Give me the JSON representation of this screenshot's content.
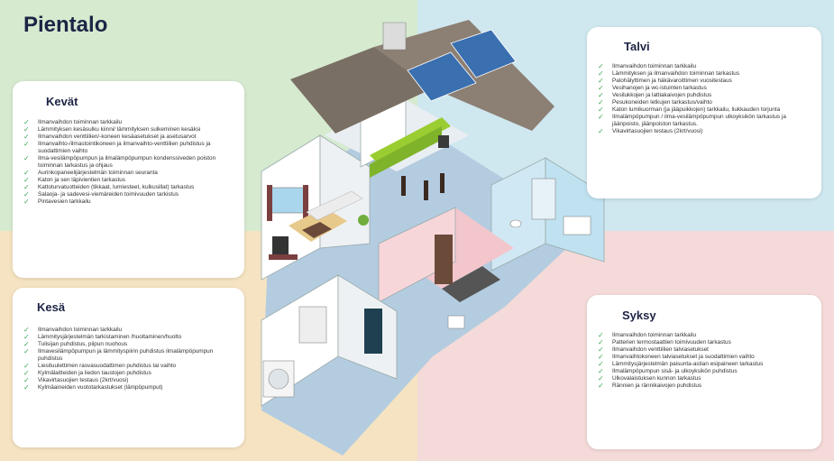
{
  "title": "Pientalo",
  "colors": {
    "spring_bg": "#d6ead0",
    "winter_bg": "#cfe7ef",
    "summer_bg": "#f5e3c2",
    "autumn_bg": "#f4dad8",
    "check": "#3aa655",
    "heading": "#1d2445"
  },
  "icons": {
    "check": "✓"
  },
  "kevat": {
    "heading": "Kevät",
    "items": [
      "Ilmanvaihdon toiminnan tarkkailu",
      "Lämmityksen kesäsulku kiinni/ lämmityksen sulkeminen kesäksi",
      "Ilmanvaihdon venttiilien/-koneen kesäasetukset ja asetusarvot",
      "Ilmanvaihto-/ilmastointikoneen ja ilmanvaihto-venttiilien puhdistus ja suodattimien vaihto",
      "Ilma-vesilämpöpumpun ja ilmalämpöpumpun kondenssiveden poiston toiminnan tarkastus ja ohjaus",
      "Aurinkopaneelijärjestelmän toiminnan seuranta",
      "Katon ja sen läpivientien tarkastus",
      "Kattoturvatuotteiden (tikkaat, lumiesteet, kulkusillat) tarkastus",
      "Salaoja- ja sadevesi-viemäreiden toimivuuden tarkistus",
      "Pintavesien tarkkailu"
    ]
  },
  "kesa": {
    "heading": "Kesä",
    "items": [
      "Ilmanvaihdon toiminnan tarkkailu",
      "Lämmitysjärjestelmän tarkistaminen /huoltaminen/huolto",
      "Tulisijan puhdistus, piipun nuohous",
      "Ilmavesilämpöpumpun ja lämmityspiirin puhdistus ilmalämpöpumpun puhdistus",
      "Liesituulettimen rasvasuodattimen puhdistus tai vaihto",
      "Kylmälaitteiden ja liedon taustojen puhdistus",
      "Vikavirtasuojien testaus (2krt/vuosi)",
      "Kylmäaineiden vuototarkastukset (lämpöpumput)"
    ]
  },
  "talvi": {
    "heading": "Talvi",
    "items": [
      "Ilmanvaihdon toiminnan tarkkailu",
      "Lämmityksen ja ilmanvaihdon toiminnan tarkastus",
      "Palohälyttimen ja häkävaroittimen vuositestaus",
      "Vesihanojen ja wc-istuinten tarkastus",
      "Vesilukkojen ja lattiakaivojen puhdistus",
      "Pesukoneiden letkujen tarkastus/vaihto",
      "Katon lumikuorman (ja jääpuikkojen) tarkkailu, liukkauden torjunta",
      "Ilmalämpöpumpun / ilma-vesilämpöpumpun ulkoyksikön tarkastus ja jäänpoisto, jäänpoiston tarkastus.",
      "Vikavirtasuojien testaus (2krt/vuosi)"
    ]
  },
  "syksy": {
    "heading": "Syksy",
    "items": [
      "Ilmanvaihdon toiminnan tarkkailu",
      "Patterien termostaattien toimivuuden tarkastus",
      "Ilmanvaihdon venttiilien talviasetukset",
      "Ilmanvaihtokoneen talviasetukset ja suodattimien vaihto",
      "Lämmitysjärjestelmän paisunta-astian esipaineen tarkastus",
      "Ilmalämpöpumpun sisä- ja ulkoyksikön puhdistus",
      "Ulkovalaistuksen kunnon tarkastus",
      "Rännien ja rännikaivojen puhdistus"
    ]
  }
}
